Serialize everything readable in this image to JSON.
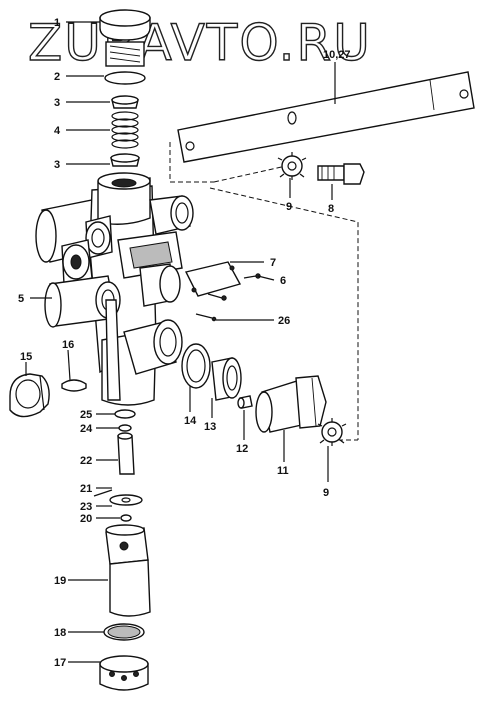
{
  "watermark": "ZURAVTO.RU",
  "labels": {
    "p1": "1",
    "p2": "2",
    "p3a": "3",
    "p4": "4",
    "p3b": "3",
    "p5": "5",
    "p6": "6",
    "p7": "7",
    "p8": "8",
    "p9a": "9",
    "p9b": "9",
    "p10_27": "10,27",
    "p11": "11",
    "p12": "12",
    "p13": "13",
    "p14": "14",
    "p15": "15",
    "p16": "16",
    "p17": "17",
    "p18": "18",
    "p19": "19",
    "p20": "20",
    "p21": "21",
    "p22": "22",
    "p23": "23",
    "p24": "24",
    "p25": "25",
    "p26": "26"
  }
}
